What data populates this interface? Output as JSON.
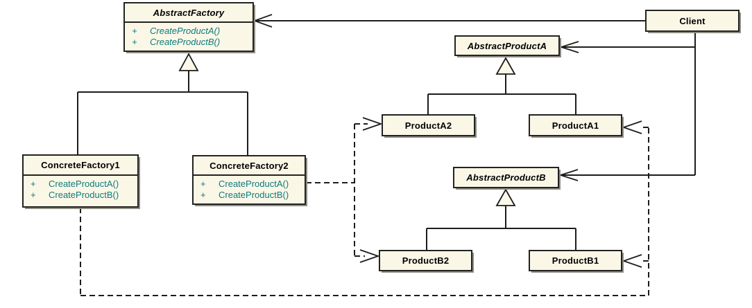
{
  "diagram_type": "uml-class-diagram",
  "colors": {
    "box_fill": "#fbf7e7",
    "box_border": "#22221f",
    "line": "#1c1c1a",
    "method_text": "#0c7a7c",
    "title_text": "#000000",
    "background": "#ffffff"
  },
  "classes": {
    "abstract_factory": {
      "name": "AbstractFactory",
      "abstract": true,
      "methods": [
        {
          "visibility": "+",
          "signature": "CreateProductA()"
        },
        {
          "visibility": "+",
          "signature": "CreateProductB()"
        }
      ]
    },
    "client": {
      "name": "Client",
      "abstract": false
    },
    "abstract_product_a": {
      "name": "AbstractProductA",
      "abstract": true
    },
    "product_a2": {
      "name": "ProductA2",
      "abstract": false
    },
    "product_a1": {
      "name": "ProductA1",
      "abstract": false
    },
    "concrete_factory1": {
      "name": "ConcreteFactory1",
      "abstract": false,
      "methods": [
        {
          "visibility": "+",
          "signature": "CreateProductA()"
        },
        {
          "visibility": "+",
          "signature": "CreateProductB()"
        }
      ]
    },
    "concrete_factory2": {
      "name": "ConcreteFactory2",
      "abstract": false,
      "methods": [
        {
          "visibility": "+",
          "signature": "CreateProductA()"
        },
        {
          "visibility": "+",
          "signature": "CreateProductB()"
        }
      ]
    },
    "abstract_product_b": {
      "name": "AbstractProductB",
      "abstract": true
    },
    "product_b2": {
      "name": "ProductB2",
      "abstract": false
    },
    "product_b1": {
      "name": "ProductB1",
      "abstract": false
    }
  },
  "relationships": [
    {
      "from": "Client",
      "to": "AbstractFactory",
      "type": "association-arrow"
    },
    {
      "from": "Client",
      "to": "AbstractProductA",
      "type": "association-arrow"
    },
    {
      "from": "Client",
      "to": "AbstractProductB",
      "type": "association-arrow"
    },
    {
      "from": "ConcreteFactory1",
      "to": "AbstractFactory",
      "type": "generalization"
    },
    {
      "from": "ConcreteFactory2",
      "to": "AbstractFactory",
      "type": "generalization"
    },
    {
      "from": "ProductA2",
      "to": "AbstractProductA",
      "type": "generalization"
    },
    {
      "from": "ProductA1",
      "to": "AbstractProductA",
      "type": "generalization"
    },
    {
      "from": "ProductB2",
      "to": "AbstractProductB",
      "type": "generalization"
    },
    {
      "from": "ProductB1",
      "to": "AbstractProductB",
      "type": "generalization"
    },
    {
      "from": "ConcreteFactory2",
      "to": "ProductA2",
      "type": "dashed-dependency"
    },
    {
      "from": "ConcreteFactory2",
      "to": "ProductB2",
      "type": "dashed-dependency"
    },
    {
      "from": "ConcreteFactory1",
      "to": "ProductA1",
      "type": "dashed-dependency"
    },
    {
      "from": "ConcreteFactory1",
      "to": "ProductB1",
      "type": "dashed-dependency"
    }
  ]
}
